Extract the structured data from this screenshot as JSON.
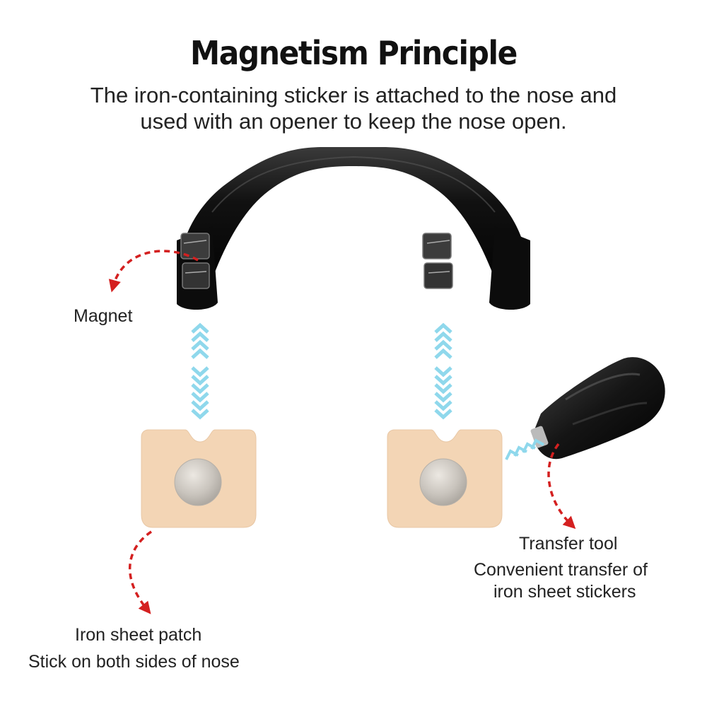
{
  "heading": {
    "title": "Magnetism Principle",
    "subtitle_line1": "The iron-containing sticker is attached to the nose and",
    "subtitle_line2": "used with an opener to keep the nose open."
  },
  "labels": {
    "magnet": "Magnet",
    "transfer_tool": "Transfer tool",
    "transfer_desc_line1": "Convenient transfer of",
    "transfer_desc_line2": "iron sheet stickers",
    "patch": "Iron sheet patch",
    "patch_desc": "Stick on both sides of nose"
  },
  "colors": {
    "band": "#111111",
    "patch": "#f3d5b5",
    "metal": "#c9c4bd",
    "arrow_red": "#d42020",
    "arrow_blue": "#8fd8ec"
  }
}
